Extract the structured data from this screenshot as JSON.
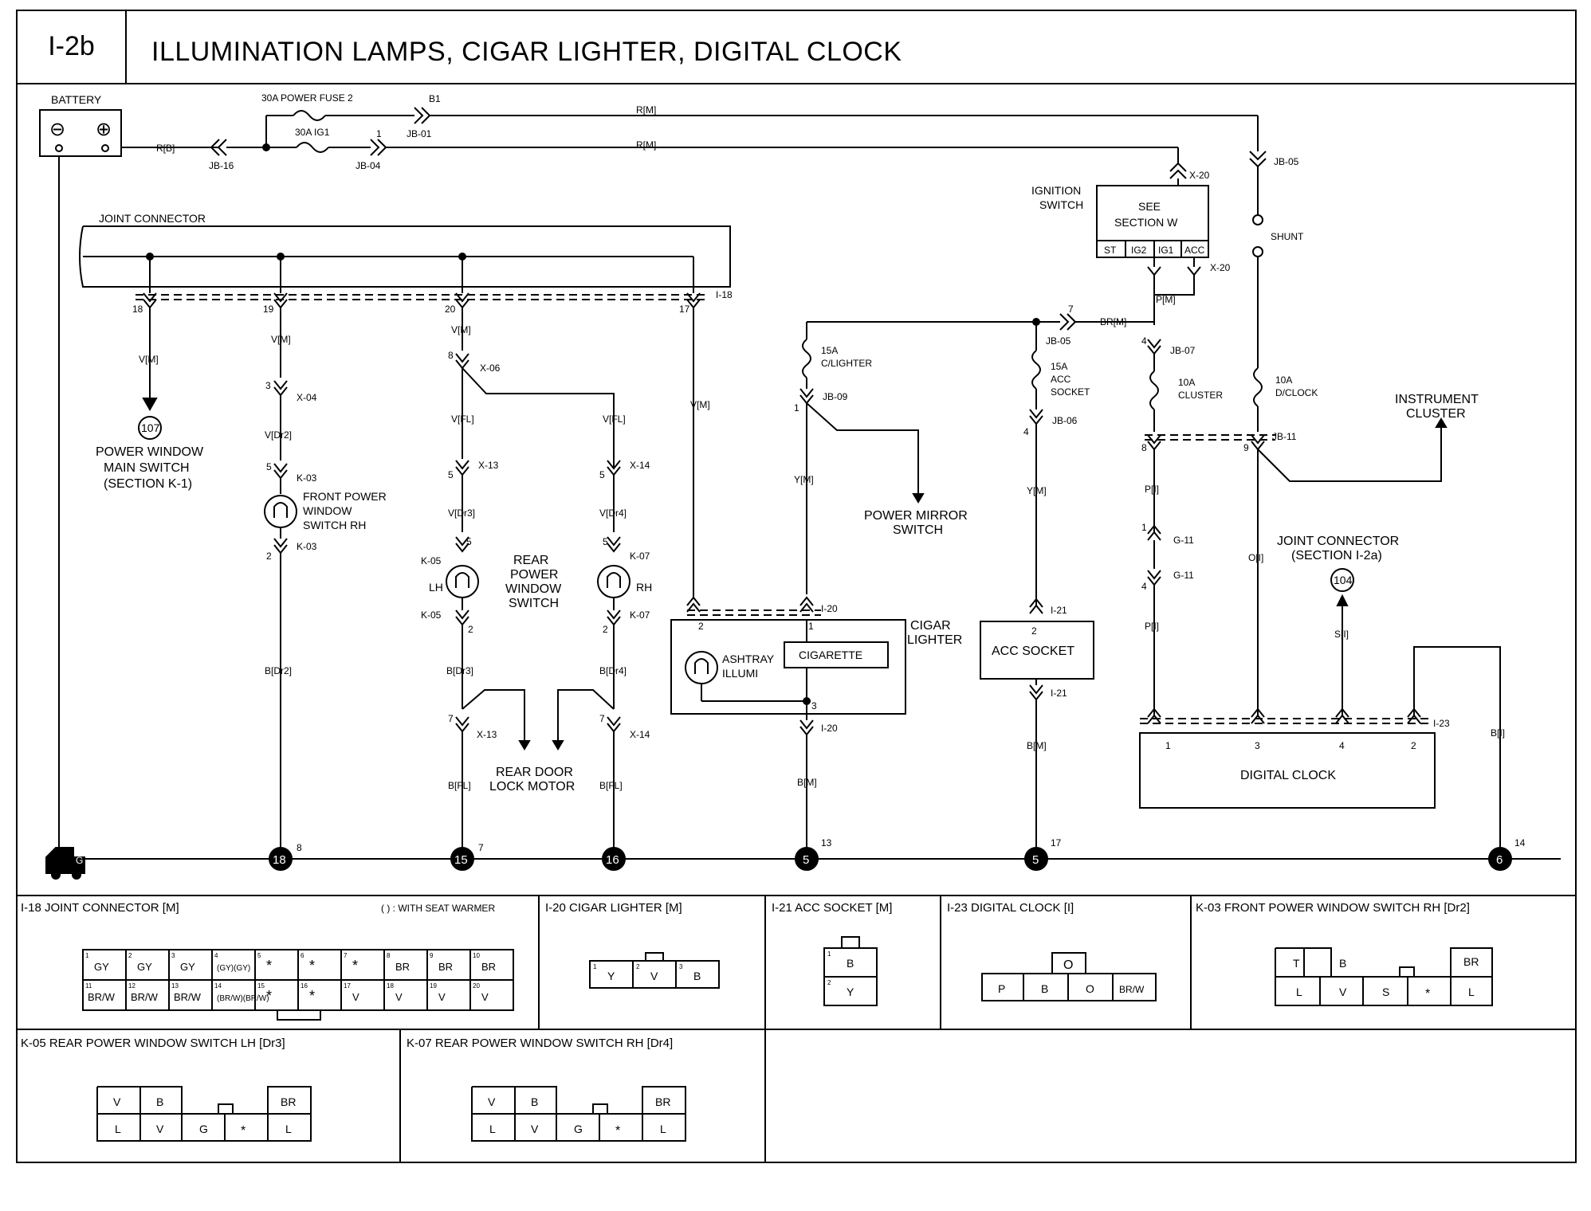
{
  "header": {
    "code": "I-2b",
    "title": "ILLUMINATION LAMPS, CIGAR LIGHTER, DIGITAL CLOCK"
  },
  "labels": {
    "battery": "BATTERY",
    "minus": "⊖",
    "plus": "⊕",
    "fuse_power": "30A POWER FUSE 2",
    "fuse_ig1": "30A IG1",
    "b1": "B1",
    "jb01": "JB-01",
    "jb04": "JB-04",
    "jb16": "JB-16",
    "n1": "1",
    "w_rb": "R[B]",
    "w_rm1": "R[M]",
    "w_rm2": "R[M]",
    "ign_switch": [
      "IGNITION",
      "SWITCH"
    ],
    "see_section": [
      "SEE",
      "SECTION W"
    ],
    "ign_pins": [
      "ST",
      "IG2",
      "IG1",
      "ACC"
    ],
    "x20_top": "X-20",
    "x20_bot": "X-20",
    "jb05_top": "JB-05",
    "shunt": "SHUNT",
    "joint_connector": "JOINT CONNECTOR",
    "i18": "I-18",
    "pins_jc": [
      "18",
      "19",
      "20",
      "17"
    ],
    "vm": "V[M]",
    "x04": "X-04",
    "vdr2": "V[Dr2]",
    "k03": "K-03",
    "front_pw": [
      "FRONT POWER",
      "WINDOW",
      "SWITCH RH"
    ],
    "bdr2": "B[Dr2]",
    "pw_main": [
      "POWER WINDOW",
      "MAIN SWITCH",
      "(SECTION K-1)"
    ],
    "x06": "X-06",
    "vfl": "V[FL]",
    "x13": "X-13",
    "x14": "X-14",
    "vdr3": "V[Dr3]",
    "vdr4": "V[Dr4]",
    "k05": "K-05",
    "k07": "K-07",
    "lh": "LH",
    "rh": "RH",
    "rear_pw": [
      "REAR",
      "POWER",
      "WINDOW",
      "SWITCH"
    ],
    "bdr3": "B[Dr3]",
    "bdr4": "B[Dr4]",
    "rear_door": [
      "REAR DOOR",
      "LOCK MOTOR"
    ],
    "bfl": "B[FL]",
    "fuse15": [
      "15A",
      "C/LIGHTER"
    ],
    "jb09": "JB-09",
    "ym": "Y[M]",
    "power_mirror": [
      "POWER MIRROR",
      "SWITCH"
    ],
    "i20": "I-20",
    "cigar_lighter": [
      "CIGAR",
      "LIGHTER"
    ],
    "ashtray": [
      "ASHTRAY",
      "ILLUMI"
    ],
    "cigarette": "CIGARETTE",
    "bm": "B[M]",
    "brm": "BR[M]",
    "jb05_mid": "JB-05",
    "fuse_acc": [
      "15A",
      "ACC",
      "SOCKET"
    ],
    "jb06": "JB-06",
    "i21": "I-21",
    "acc_socket": "ACC SOCKET",
    "pm": "P[M]",
    "jb07": "JB-07",
    "fuse_cluster": [
      "10A",
      "CLUSTER"
    ],
    "fuse_dclock": [
      "10A",
      "D/CLOCK"
    ],
    "jb11": "JB-11",
    "instrument_cluster": [
      "INSTRUMENT",
      "CLUSTER"
    ],
    "pi": "P[I]",
    "g11": "G-11",
    "oi": "O[I]",
    "si": "S[I]",
    "bi": "B[I]",
    "jc_section": [
      "JOINT CONNECTOR",
      "(SECTION I-2a)"
    ],
    "i23": "I-23",
    "digital_clock": "DIGITAL CLOCK",
    "clock_pins": [
      "1",
      "3",
      "4",
      "2"
    ],
    "ref107": "107",
    "ref104": "104",
    "grounds": [
      {
        "id": "G",
        "pin": ""
      },
      {
        "id": "18",
        "pin": "8"
      },
      {
        "id": "15",
        "pin": "7"
      },
      {
        "id": "16",
        "pin": ""
      },
      {
        "id": "5",
        "pin": "13"
      },
      {
        "id": "5",
        "pin": "17"
      },
      {
        "id": "6",
        "pin": "14"
      }
    ]
  },
  "connectors": {
    "i18": {
      "title": "I-18 JOINT CONNECTOR [M]",
      "note": "(   ) : WITH SEAT WARMER",
      "row1": [
        "GY",
        "GY",
        "GY",
        "(GY)(GY)",
        "*",
        "*",
        "*",
        "BR",
        "BR",
        "BR"
      ],
      "row2": [
        "BR/W",
        "BR/W",
        "BR/W",
        "(BR/W)(BR/W)",
        "*",
        "*",
        "V",
        "V",
        "V",
        "V"
      ]
    },
    "i20": {
      "title": "I-20 CIGAR LIGHTER [M]",
      "pins": [
        "Y",
        "V",
        "B"
      ]
    },
    "i21": {
      "title": "I-21 ACC SOCKET [M]",
      "pins": [
        "B",
        "Y"
      ]
    },
    "i23": {
      "title": "I-23 DIGITAL CLOCK [I]",
      "top": "O",
      "pins": [
        "P",
        "B",
        "O",
        "BR/W"
      ]
    },
    "k03": {
      "title": "K-03 FRONT POWER WINDOW SWITCH RH [Dr2]",
      "row1": [
        "T",
        "B",
        "BR"
      ],
      "row2": [
        "L",
        "V",
        "S",
        "*",
        "L"
      ]
    },
    "k05": {
      "title": "K-05 REAR POWER WINDOW SWITCH LH [Dr3]",
      "row1": [
        "V",
        "B",
        "BR"
      ],
      "row2": [
        "L",
        "V",
        "G",
        "*",
        "L"
      ]
    },
    "k07": {
      "title": "K-07 REAR POWER WINDOW SWITCH RH [Dr4]",
      "row1": [
        "V",
        "B",
        "BR"
      ],
      "row2": [
        "L",
        "V",
        "G",
        "*",
        "L"
      ]
    }
  }
}
